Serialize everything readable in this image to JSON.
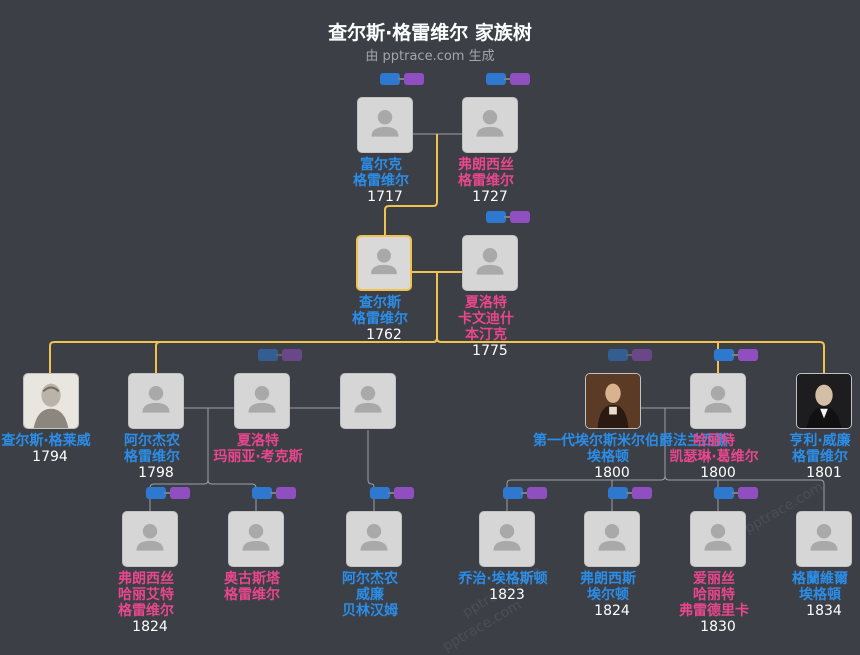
{
  "header": {
    "title": "查尔斯·格雷维尔 家族树",
    "subtitle": "由 pptrace.com 生成"
  },
  "colors": {
    "background": "#3c3f45",
    "male": "#2b8de8",
    "female": "#e8468d",
    "ancestor_line": "#f2c24f",
    "link_line": "#9aa0a8",
    "focus_border": "#f2c24f"
  },
  "people": [
    {
      "id": "p1",
      "sex": "m",
      "name_lines": [
        "富尔克",
        "格雷维尔"
      ],
      "year": "1717"
    },
    {
      "id": "p2",
      "sex": "f",
      "name_lines": [
        "弗朗西丝",
        "格雷维尔"
      ],
      "year": "1727"
    },
    {
      "id": "p3",
      "sex": "m",
      "focus": true,
      "name_lines": [
        "查尔斯",
        "格雷维尔"
      ],
      "year": "1762"
    },
    {
      "id": "p4",
      "sex": "f",
      "name_lines": [
        "夏洛特",
        "卡文迪什",
        "本汀克"
      ],
      "year": "1775"
    },
    {
      "id": "c1",
      "sex": "m",
      "photo": "sketch",
      "name_lines": [
        "查尔斯·格莱威"
      ],
      "year": "1794"
    },
    {
      "id": "c2",
      "sex": "m",
      "name_lines": [
        "阿尔杰农",
        "格雷维尔"
      ],
      "year": "1798"
    },
    {
      "id": "c3",
      "sex": "f",
      "name_lines": [
        "夏洛特",
        "玛丽亚·考克斯"
      ],
      "year": ""
    },
    {
      "id": "c4",
      "sex": "m",
      "name_lines": [],
      "year": ""
    },
    {
      "id": "c5",
      "sex": "m",
      "photo": "portrait",
      "name_lines": [
        "第一代埃尔斯米尔伯爵法兰西斯",
        "埃格顿"
      ],
      "year": "1800"
    },
    {
      "id": "c6",
      "sex": "f",
      "name_lines": [
        "哈丽特",
        "凯瑟琳·葛维尔"
      ],
      "year": "1800"
    },
    {
      "id": "c7",
      "sex": "m",
      "photo": "dark",
      "name_lines": [
        "亨利·威廉",
        "格雷维尔"
      ],
      "year": "1801"
    },
    {
      "id": "g1",
      "sex": "f",
      "name_lines": [
        "弗朗西丝",
        "哈丽艾特",
        "格雷维尔"
      ],
      "year": "1824"
    },
    {
      "id": "g2",
      "sex": "f",
      "name_lines": [
        "奥古斯塔",
        "格雷维尔"
      ],
      "year": ""
    },
    {
      "id": "g3",
      "sex": "m",
      "name_lines": [
        "阿尔杰农",
        "威廉",
        "贝林汉姆"
      ],
      "year": ""
    },
    {
      "id": "g4",
      "sex": "m",
      "name_lines": [
        "乔治·埃格斯顿"
      ],
      "year": "1823"
    },
    {
      "id": "g5",
      "sex": "m",
      "name_lines": [
        "弗朗西斯",
        "埃尔顿"
      ],
      "year": "1824"
    },
    {
      "id": "g6",
      "sex": "f",
      "name_lines": [
        "爱丽丝",
        "哈丽特",
        "弗雷德里卡"
      ],
      "year": "1830"
    },
    {
      "id": "g7",
      "sex": "m",
      "name_lines": [
        "格蘭維爾",
        "埃格頓"
      ],
      "year": "1834"
    }
  ],
  "watermarks": [
    "pptrace.com",
    "pptrace.com",
    "pptrace.com"
  ]
}
